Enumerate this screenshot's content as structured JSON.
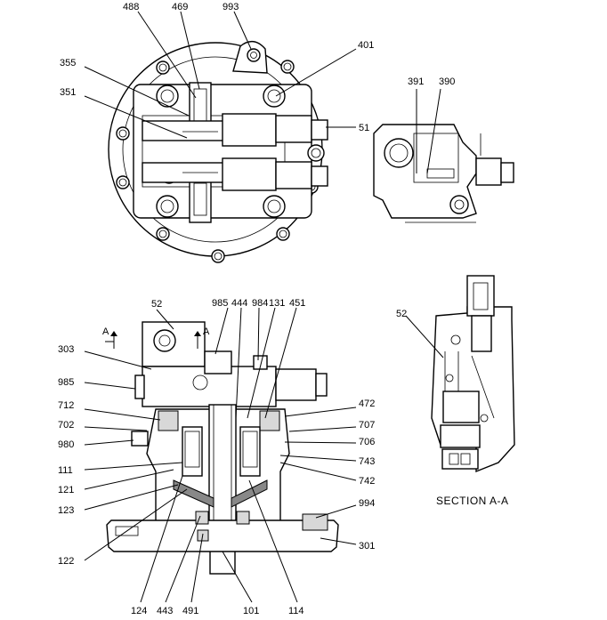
{
  "labels": {
    "top": [
      "488",
      "469",
      "993",
      "355",
      "401",
      "351",
      "51",
      "391",
      "390"
    ],
    "bottom": [
      "52",
      "985",
      "444",
      "984",
      "131",
      "451",
      "303",
      "985",
      "712",
      "472",
      "702",
      "707",
      "980",
      "706",
      "111",
      "743",
      "121",
      "742",
      "123",
      "994",
      "122",
      "301",
      "124",
      "443",
      "491",
      "101",
      "114"
    ],
    "section_view": [
      "52"
    ],
    "section_marker": "A"
  },
  "caption": "SECTION A-A"
}
